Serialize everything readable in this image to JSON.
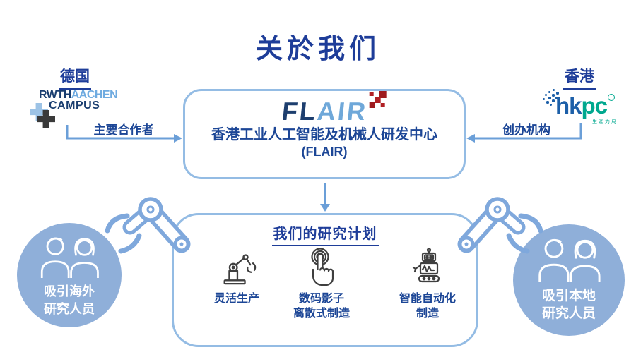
{
  "title": "关於我们",
  "germany": {
    "region_label": "德国",
    "logo": {
      "rwth": "RWTH",
      "aachen": "AACHEN",
      "campus": "CAMPUS"
    },
    "arrow_label": "主要合作者"
  },
  "hongkong": {
    "region_label": "香港",
    "logo": {
      "hk": "hk",
      "pc": "pc",
      "subtitle": "生產力局"
    },
    "arrow_label": "创办机构"
  },
  "flair_box": {
    "logo_dark": "FL",
    "logo_light": "AIR",
    "name_cn": "香港工业人工智能及机械人研发中心",
    "name_abbr": "(FLAIR)"
  },
  "research_box": {
    "heading": "我们的研究计划",
    "programs": [
      {
        "icon": "robot-arm-icon",
        "line1": "灵活生产",
        "line2": ""
      },
      {
        "icon": "touch-icon",
        "line1": "数码影子",
        "line2": "离散式制造"
      },
      {
        "icon": "robot-icon",
        "line1": "智能自动化",
        "line2": "制造"
      }
    ]
  },
  "overseas_circle": {
    "line1": "吸引海外",
    "line2": "研究人员"
  },
  "local_circle": {
    "line1": "吸引本地",
    "line2": "研究人员"
  },
  "colors": {
    "title_blue": "#1E3D99",
    "text_blue": "#1C4696",
    "arrow_blue": "#6B9FD8",
    "box_border_blue": "#94BCE4",
    "circle_fill": "#8FAFD9",
    "arm_blue": "#7FA8DC",
    "flair_dark": "#1D3E6E",
    "flair_light": "#6FA8D9",
    "flair_red": "#B02024",
    "rwth_navy": "#1A3E70",
    "rwth_lightblue": "#6FABE0",
    "hkpc_blue": "#1C5FA8",
    "hkpc_green": "#00A88F",
    "icon_gray": "#3F3F3F"
  }
}
